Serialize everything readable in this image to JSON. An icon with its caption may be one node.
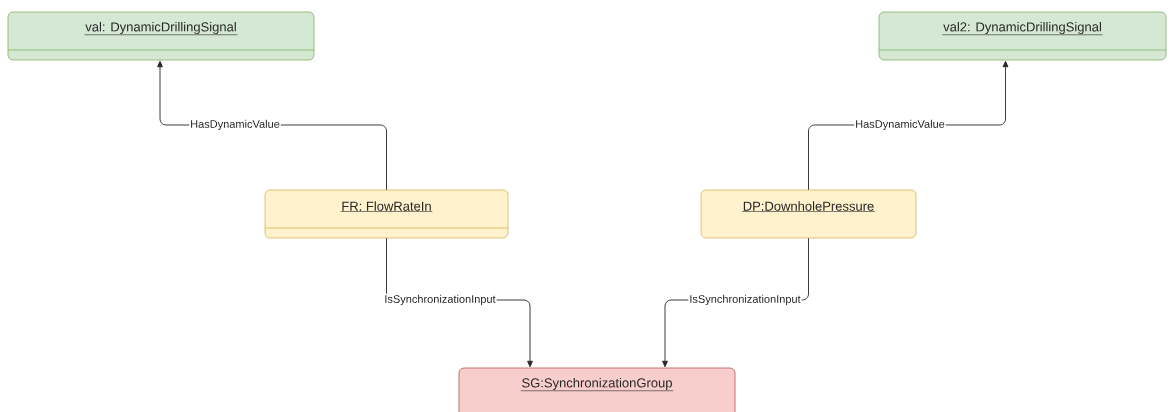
{
  "diagram": {
    "nodes": [
      {
        "text": [
          "val: DynamicDrillingSignal"
        ]
      },
      {
        "text": [
          "val2: DynamicDrillingSignal"
        ]
      },
      {
        "text": [
          "FR: FlowRateIn"
        ]
      },
      {
        "text": [
          "DP:DownholePressure"
        ]
      },
      {
        "text": [
          "SG:SynchronizationGroup"
        ]
      }
    ],
    "edges": [
      {
        "from": 2,
        "to": 0,
        "arrow": "to",
        "label": "HasDynamicValue"
      },
      {
        "from": 3,
        "to": 1,
        "arrow": "to",
        "label": "HasDynamicValue"
      },
      {
        "from": 2,
        "to": 4,
        "arrow": "to",
        "label": "IsSynchronizationInput"
      },
      {
        "from": 3,
        "to": 4,
        "arrow": "to",
        "label": "IsSynchronizationInput"
      }
    ]
  }
}
